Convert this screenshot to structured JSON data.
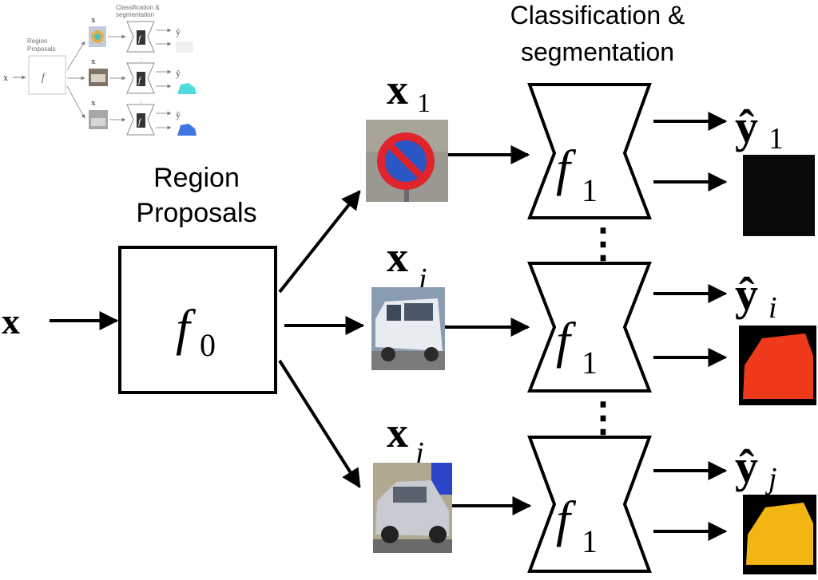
{
  "labels": {
    "input": "x",
    "region_title_line1": "Region",
    "region_title_line2": "Proposals",
    "region_fn": "f",
    "region_fn_sub": "0",
    "cls_title_line1": "Classification &",
    "cls_title_line2": "segmentation",
    "crop1_base": "x",
    "crop1_sub": "1",
    "crop_i_base": "x",
    "crop_i_sub": "i",
    "crop_j_base": "x",
    "crop_j_sub": "j",
    "net_fn": "f",
    "net_fn_sub": "1",
    "out1_base": "ŷ",
    "out1_sub": "1",
    "out_i_base": "ŷ",
    "out_i_sub": "i",
    "out_j_base": "ŷ",
    "out_j_sub": "j",
    "ellipsis": "⋮"
  },
  "colors": {
    "mask_1": "#0a0a0a",
    "mask_i": "#ee3a1a",
    "mask_j": "#f3b511",
    "thumb_mask_i": "#33d6d6",
    "thumb_mask_j": "#1f5fe0"
  }
}
